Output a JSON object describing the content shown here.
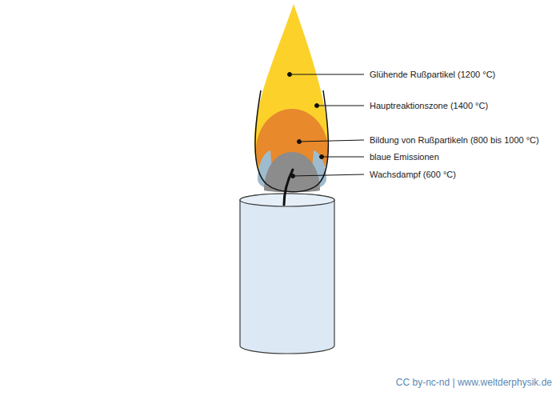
{
  "diagram": {
    "labels": [
      "Glühende Rußpartikel (1200 °C)",
      "Hauptreaktionszone (1400 °C)",
      "Bildung von Rußpartikeln (800 bis 1000 °C)",
      "blaue Emissionen",
      "Wachsdampf (600 °C)",
      "CC by-nc-nd | www.weltderphysik.de"
    ]
  }
}
